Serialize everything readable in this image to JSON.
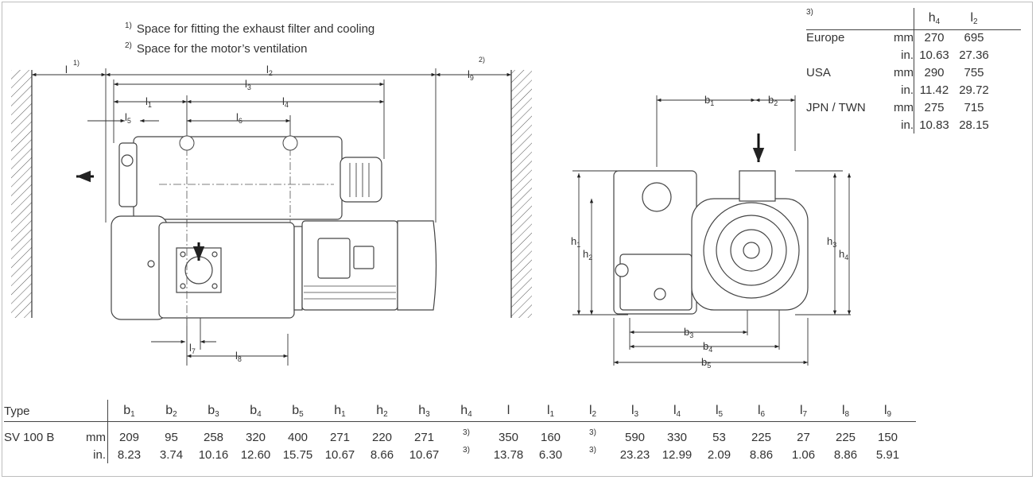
{
  "notes": {
    "n1_mark": "1)",
    "n1_text": "Space for fitting the exhaust filter and cooling",
    "n2_mark": "2)",
    "n2_text": "Space for the motor’s ventilation"
  },
  "side_labels": {
    "l": "l",
    "l_mark": "1)",
    "l2": "l2",
    "l3": "l3",
    "l1": "l1",
    "l4": "l4",
    "l5": "l5",
    "l6": "l6",
    "l7": "l7",
    "l8": "l8",
    "l9": "l9",
    "l9_mark": "2)"
  },
  "front_labels": {
    "b1": "b1",
    "b2": "b2",
    "b3": "b3",
    "b4": "b4",
    "b5": "b5",
    "h1": "h1",
    "h2": "h2",
    "h3": "h3",
    "h4": "h4"
  },
  "region_table": {
    "mark": "3)",
    "col1": "h",
    "col1_sub": "4",
    "col2": "l",
    "col2_sub": "2",
    "rows": [
      {
        "region": "Europe",
        "unit": "mm",
        "v1": "270",
        "v2": "695"
      },
      {
        "region": "",
        "unit": "in.",
        "v1": "10.63",
        "v2": "27.36"
      },
      {
        "region": "USA",
        "unit": "mm",
        "v1": "290",
        "v2": "755"
      },
      {
        "region": "",
        "unit": "in.",
        "v1": "11.42",
        "v2": "29.72"
      },
      {
        "region": "JPN / TWN",
        "unit": "mm",
        "v1": "275",
        "v2": "715"
      },
      {
        "region": "",
        "unit": "in.",
        "v1": "10.83",
        "v2": "28.15"
      }
    ]
  },
  "dim_table": {
    "type_label": "Type",
    "headers": [
      {
        "b": "b",
        "s": "1"
      },
      {
        "b": "b",
        "s": "2"
      },
      {
        "b": "b",
        "s": "3"
      },
      {
        "b": "b",
        "s": "4"
      },
      {
        "b": "b",
        "s": "5"
      },
      {
        "b": "h",
        "s": "1"
      },
      {
        "b": "h",
        "s": "2"
      },
      {
        "b": "h",
        "s": "3"
      },
      {
        "b": "h",
        "s": "4"
      },
      {
        "b": "l",
        "s": ""
      },
      {
        "b": "l",
        "s": "1"
      },
      {
        "b": "l",
        "s": "2"
      },
      {
        "b": "l",
        "s": "3"
      },
      {
        "b": "l",
        "s": "4"
      },
      {
        "b": "l",
        "s": "5"
      },
      {
        "b": "l",
        "s": "6"
      },
      {
        "b": "l",
        "s": "7"
      },
      {
        "b": "l",
        "s": "8"
      },
      {
        "b": "l",
        "s": "9"
      }
    ],
    "model": "SV  100 B",
    "unit_mm": "mm",
    "unit_in": "in.",
    "ref_mark": "3)",
    "mm": [
      "209",
      "95",
      "258",
      "320",
      "400",
      "271",
      "220",
      "271",
      "3)",
      "350",
      "160",
      "3)",
      "590",
      "330",
      "53",
      "225",
      "27",
      "225",
      "150"
    ],
    "in": [
      "8.23",
      "3.74",
      "10.16",
      "12.60",
      "15.75",
      "10.67",
      "8.66",
      "10.67",
      "3)",
      "13.78",
      "6.30",
      "3)",
      "23.23",
      "12.99",
      "2.09",
      "8.86",
      "1.06",
      "8.86",
      "5.91"
    ]
  }
}
